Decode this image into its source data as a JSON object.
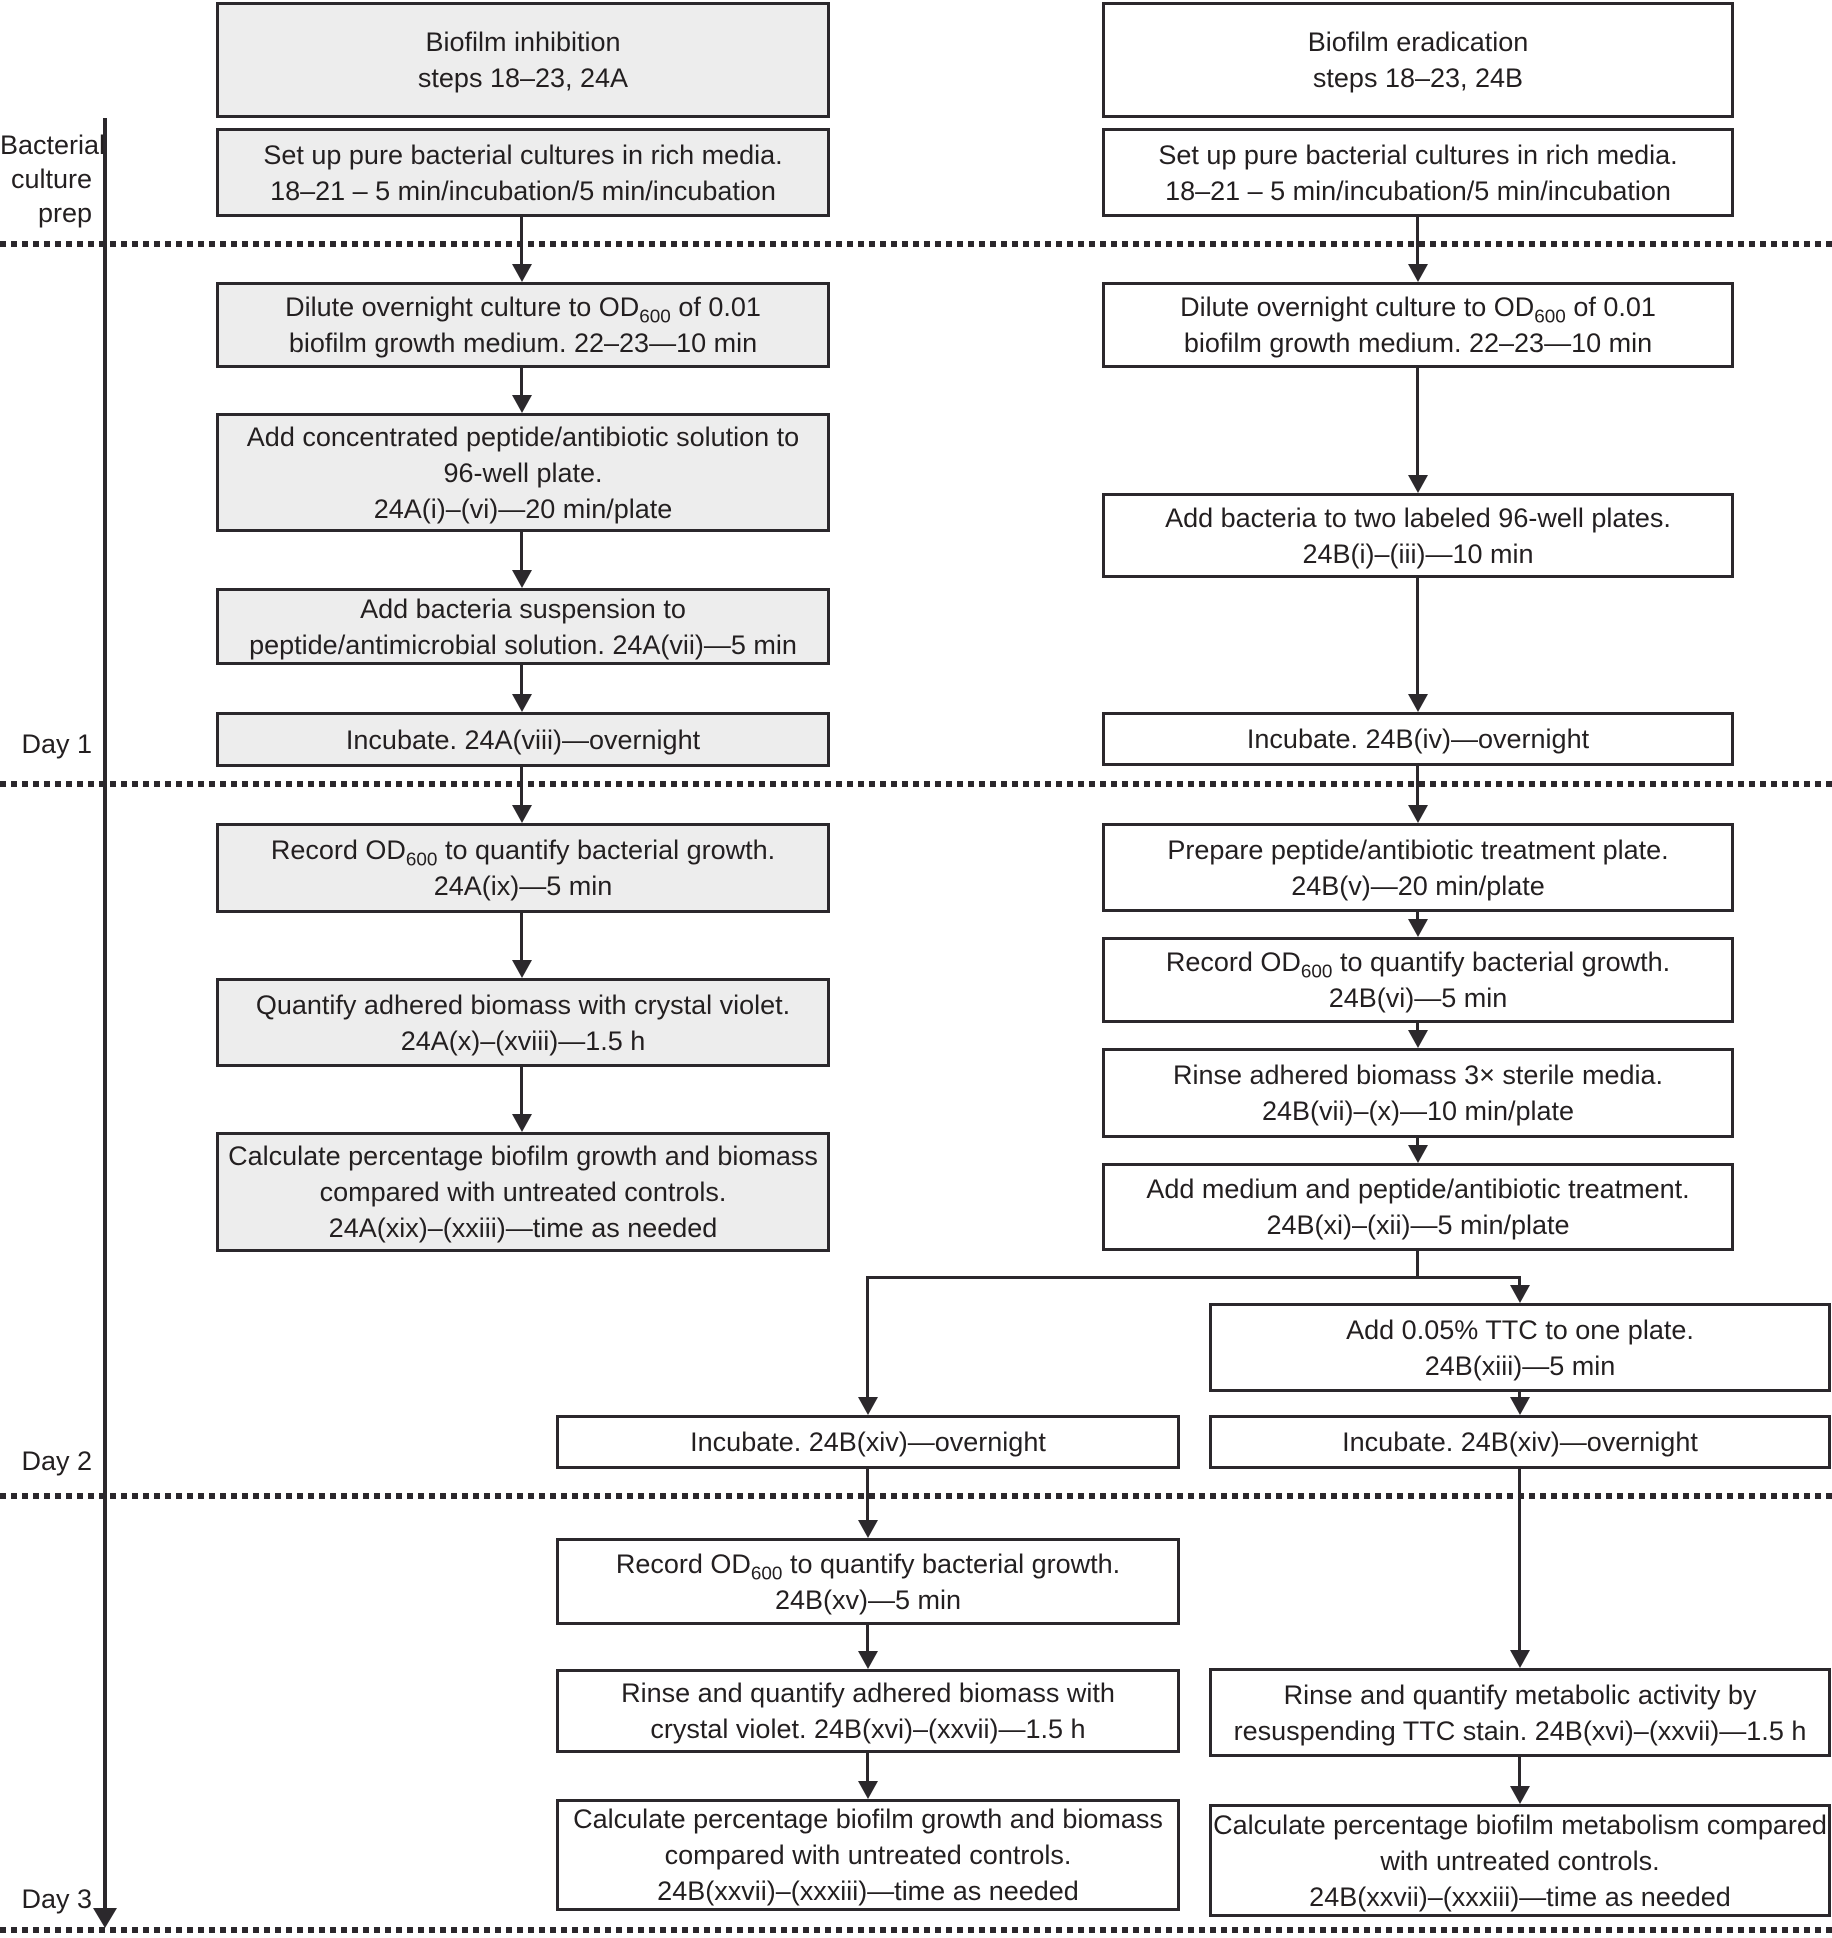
{
  "figure": {
    "type": "protocol-flowchart",
    "colors": {
      "left_box_fill": "#ededed",
      "right_box_fill": "#ffffff",
      "line": "#2b282c",
      "background": "#ffffff"
    }
  },
  "phase_labels": {
    "prep": [
      "Bacterial",
      "culture",
      "prep"
    ],
    "day1": "Day 1",
    "day2": "Day 2",
    "day3": "Day 3"
  },
  "inhibition": {
    "header": [
      "Biofilm inhibition",
      "steps 18–23, 24A"
    ],
    "setup": [
      "Set up pure bacterial cultures in rich media.",
      "18–21 – 5 min/incubation/5 min/incubation"
    ],
    "dilute": {
      "pre": "Dilute overnight culture to OD",
      "sub": "600",
      "post": " of 0.01",
      "line2": "biofilm growth medium. 22–23—10 min"
    },
    "add_peptide": [
      "Add concentrated peptide/antibiotic solution to",
      "96-well plate.",
      "24A(i)–(vi)—20 min/plate"
    ],
    "add_suspension": [
      "Add bacteria suspension to",
      "peptide/antimicrobial solution. 24A(vii)—5 min"
    ],
    "incubate": [
      "Incubate. 24A(viii)—overnight"
    ],
    "record_od": {
      "pre": "Record OD",
      "sub": "600",
      "post": " to quantify bacterial growth.",
      "line2": "24A(ix)—5 min"
    },
    "quantify": [
      "Quantify adhered biomass with crystal violet.",
      "24A(x)–(xviii)—1.5 h"
    ],
    "calculate": [
      "Calculate percentage biofilm growth and biomass",
      "compared with untreated controls.",
      "24A(xix)–(xxiii)—time as needed"
    ]
  },
  "eradication": {
    "header": [
      "Biofilm eradication",
      "steps 18–23, 24B"
    ],
    "setup": [
      "Set up pure bacterial cultures in rich media.",
      "18–21 – 5 min/incubation/5 min/incubation"
    ],
    "dilute": {
      "pre": "Dilute overnight culture to OD",
      "sub": "600",
      "post": " of 0.01",
      "line2": "biofilm growth medium. 22–23—10 min"
    },
    "add_plates": [
      "Add bacteria to two labeled 96-well plates.",
      "24B(i)–(iii)—10 min"
    ],
    "incubate": [
      "Incubate. 24B(iv)—overnight"
    ],
    "prepare": [
      "Prepare peptide/antibiotic treatment plate.",
      "24B(v)—20 min/plate"
    ],
    "record_od": {
      "pre": "Record OD",
      "sub": "600",
      "post": " to quantify bacterial growth.",
      "line2": "24B(vi)—5 min"
    },
    "rinse": [
      "Rinse adhered biomass 3× sterile media.",
      "24B(vii)–(x)—10 min/plate"
    ],
    "add_medium": [
      "Add medium and peptide/antibiotic treatment.",
      "24B(xi)–(xii)—5 min/plate"
    ],
    "ttc": [
      "Add 0.05% TTC to one plate.",
      "24B(xiii)—5 min"
    ],
    "incubate_left": [
      "Incubate. 24B(xiv)—overnight"
    ],
    "incubate_right": [
      "Incubate. 24B(xiv)—overnight"
    ],
    "record_od_xv": {
      "pre": "Record OD",
      "sub": "600",
      "post": " to quantify bacterial growth.",
      "line2": "24B(xv)—5 min"
    },
    "rinse_cv": [
      "Rinse and quantify adhered biomass with",
      "crystal violet. 24B(xvi)–(xxvii)—1.5 h"
    ],
    "rinse_ttc": [
      "Rinse and quantify metabolic activity by",
      "resuspending TTC stain. 24B(xvi)–(xxvii)—1.5 h"
    ],
    "calc_biomass": [
      "Calculate percentage biofilm growth and biomass",
      "compared with untreated controls.",
      "24B(xxvii)–(xxxiii)—time as needed"
    ],
    "calc_metabolism": [
      "Calculate percentage biofilm metabolism compared",
      "with untreated controls.",
      "24B(xxvii)–(xxxiii)—time as needed"
    ]
  }
}
